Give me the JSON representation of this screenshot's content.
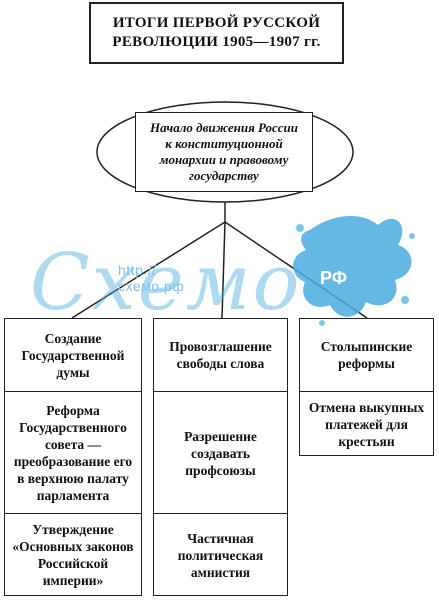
{
  "title": {
    "line1": "ИТОГИ ПЕРВОЙ РУССКОЙ",
    "line2": "РЕВОЛЮЦИИ 1905—1907 гг."
  },
  "center": {
    "lines": [
      "Начало движения России",
      "к конституционной",
      "монархии и правовому",
      "государству"
    ]
  },
  "columns": [
    {
      "cells": [
        [
          "Создание",
          "Государственной",
          "думы"
        ],
        [
          "Реформа",
          "Государственного",
          "совета —",
          "преобразование его",
          "в верхнюю палату",
          "парламента"
        ],
        [
          "Утверждение",
          "«Основных законов",
          "Российской",
          "империи»"
        ]
      ]
    },
    {
      "cells": [
        [
          "Провозглашение",
          "свободы слова"
        ],
        [
          "Разрешение",
          "создавать",
          "профсоюзы"
        ],
        [
          "Частичная",
          "политическая",
          "амнистия"
        ]
      ]
    },
    {
      "cells": [
        [
          "Столыпинские",
          "реформы"
        ],
        [
          "Отмена выкупных",
          "платежей для",
          "крестьян"
        ]
      ]
    }
  ],
  "watermark": {
    "url": "http://схемо.рф",
    "logo_text": "Схемо",
    "badge": "РФ",
    "color": "#4aacde"
  }
}
